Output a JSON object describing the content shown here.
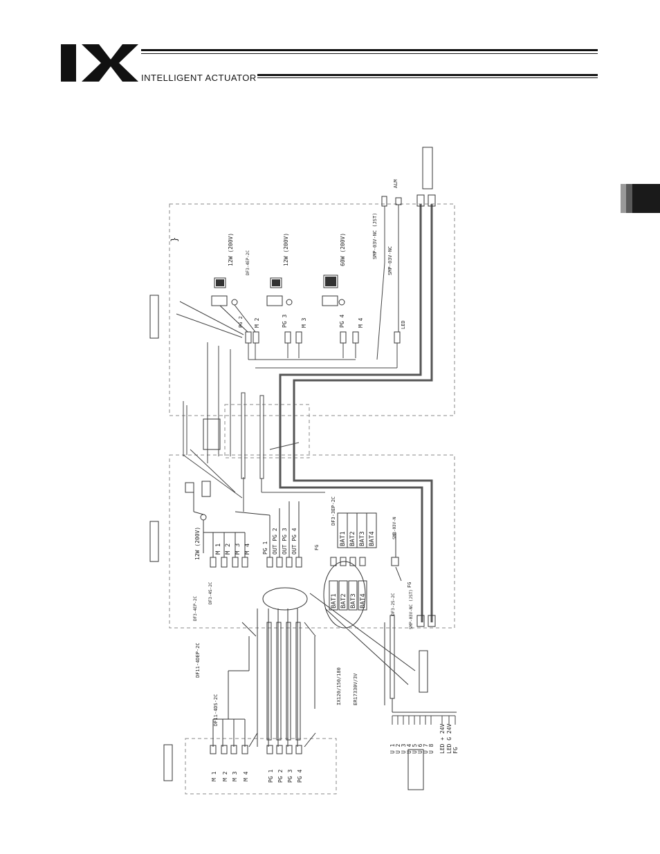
{
  "header": {
    "logo_text": "IX",
    "brand": "INTELLIGENT ACTUATOR"
  },
  "motors": [
    {
      "power": "12W (200V)",
      "pg": "PG 2",
      "m": "M 2"
    },
    {
      "power": "12W (200V)",
      "pg": "PG 3",
      "m": "M 3"
    },
    {
      "power": "60W (200V)",
      "pg": "PG 4",
      "m": "M 4"
    }
  ],
  "labels": {
    "connector_dfa": "DF3-4EP-2C",
    "connector_smp_a": "SMP-03V-NC\n(JST)",
    "connector_smp_b": "SMP-03V-NC",
    "alm": "ALM",
    "led": "LED",
    "brace": "}",
    "base_power": "12W (200V)",
    "base_conn_1": "DF3-4EP-2C",
    "base_conn_2": "DF3-4S-2C",
    "m_list": [
      "M 1",
      "M 2",
      "M 3",
      "M 4"
    ],
    "pg1": "PG 1",
    "out_list": [
      "OUT PG 2",
      "OUT PG 3",
      "OUT PG 4"
    ],
    "fg": "FG",
    "bat_conn": "DF3-3EP-2C",
    "bat_list": [
      "BAT1",
      "BAT2",
      "BAT3",
      "BAT4"
    ],
    "smr": "SMR-03V-N",
    "fg2": "FG",
    "df3_2s": "DF3-2S-2C",
    "smp_jst": "SMP-03V-NC\n(JST)",
    "df11_dep": "DF11-4DEP-2C",
    "df11_ds": "DF11-4DS-2C",
    "cable1": "IX120/150/180",
    "cable2": "ER17330V/3V",
    "bottom_m": [
      "M 1",
      "M 2",
      "M 3",
      "M 4"
    ],
    "bottom_pg": [
      "PG 1",
      "PG 2",
      "PG 3",
      "PG 4"
    ],
    "io_list": [
      "U 1",
      "U 2",
      "U 3",
      "U 4",
      "U 5",
      "U 6",
      "U 7",
      "U 8",
      "LED + 24V",
      "LED G 24V",
      "FG"
    ]
  }
}
